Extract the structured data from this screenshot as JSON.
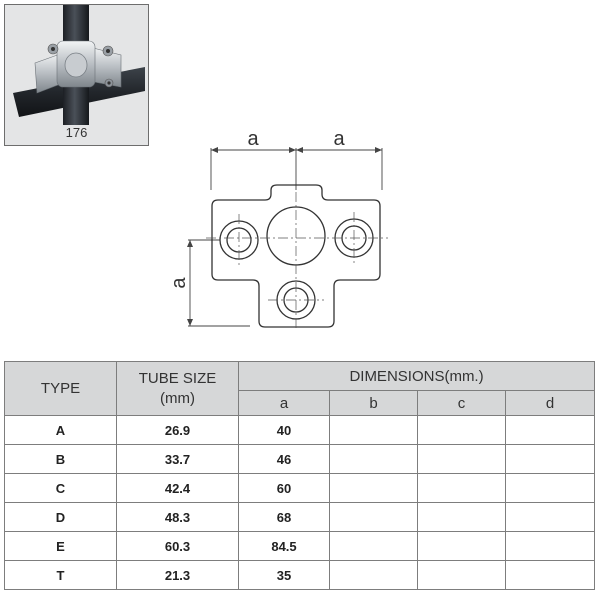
{
  "product": {
    "code": "176"
  },
  "drawing": {
    "dim_top_left": "a",
    "dim_top_right": "a",
    "dim_side": "a"
  },
  "table": {
    "headers": {
      "type": "TYPE",
      "tube_size": "TUBE SIZE\n(mm)",
      "dimensions": "DIMENSIONS(mm.)",
      "cols": [
        "a",
        "b",
        "c",
        "d"
      ]
    },
    "rows": [
      {
        "type": "A",
        "tube": "26.9",
        "a": "40",
        "b": "",
        "c": "",
        "d": ""
      },
      {
        "type": "B",
        "tube": "33.7",
        "a": "46",
        "b": "",
        "c": "",
        "d": ""
      },
      {
        "type": "C",
        "tube": "42.4",
        "a": "60",
        "b": "",
        "c": "",
        "d": ""
      },
      {
        "type": "D",
        "tube": "48.3",
        "a": "68",
        "b": "",
        "c": "",
        "d": ""
      },
      {
        "type": "E",
        "tube": "60.3",
        "a": "84.5",
        "b": "",
        "c": "",
        "d": ""
      },
      {
        "type": "T",
        "tube": "21.3",
        "a": "35",
        "b": "",
        "c": "",
        "d": ""
      }
    ]
  }
}
